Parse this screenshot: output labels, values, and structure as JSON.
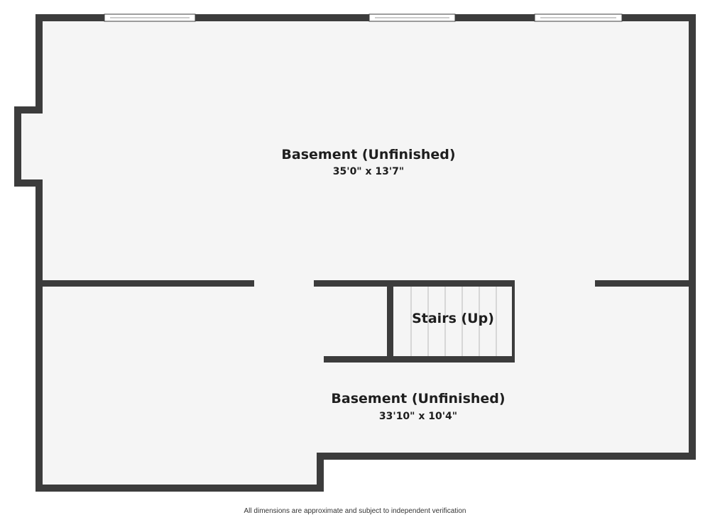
{
  "rooms": [
    {
      "name": "Basement (Unfinished)",
      "dimensions": "35'0\" x 13'7\""
    },
    {
      "name": "Basement (Unfinished)",
      "dimensions": "33'10\" x 10'4\""
    },
    {
      "name": "Stairs (Up)"
    }
  ],
  "disclaimer": "All dimensions are approximate and subject to independent verification",
  "colors": {
    "wall": "#3c3c3c",
    "floor": "#f5f5f5",
    "stair_lines": "#b9b9b9",
    "window": "#ffffff"
  }
}
